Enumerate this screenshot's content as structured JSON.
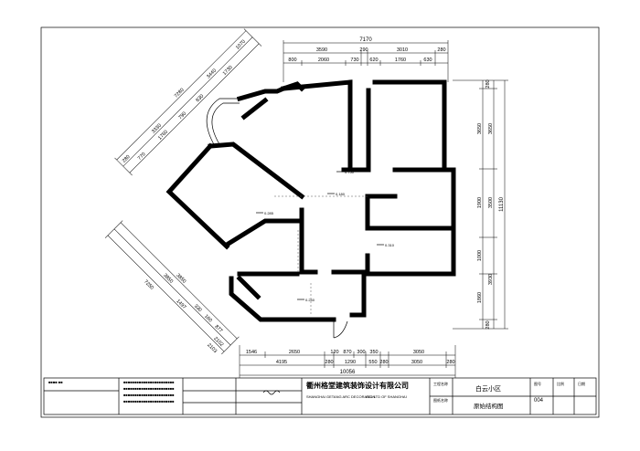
{
  "top_dims": {
    "overall": "7170",
    "row2": [
      "3590",
      "290",
      "3010",
      "280"
    ],
    "row1": [
      "800",
      "2060",
      "730",
      "620",
      "1760",
      "630"
    ]
  },
  "right_dims": {
    "overall": "11130",
    "row_inner": [
      "280",
      "3650",
      "1900",
      "1000",
      "1860",
      "280"
    ],
    "row_outer": [
      "3650",
      "3500",
      "3930"
    ]
  },
  "bottom_dims": {
    "row1": [
      "1546",
      "2650",
      "120",
      "870",
      "300",
      "350",
      "3050"
    ],
    "row2": [
      "4195",
      "280",
      "1290",
      "550",
      "280",
      "3050",
      "280"
    ],
    "overall": "10056"
  },
  "upper_left_dims": {
    "overall": "7280",
    "row2": [
      "280",
      "3330",
      "3440",
      "1070"
    ],
    "row1": [
      "770",
      "1760",
      "790",
      "830",
      "1730"
    ]
  },
  "lower_left_dims": {
    "overall": "7250",
    "row2": [
      "3850",
      "330",
      "1497"
    ],
    "row1": [
      "3850",
      "160",
      "877"
    ],
    "extra": [
      "2102",
      "2103"
    ]
  },
  "elevations": [
    "0.750",
    "0.180",
    "0.285",
    "0.310",
    "0.240"
  ],
  "title_block": {
    "company_cn": "衢州格堂建筑装饰设计有限公司",
    "company_en_1": "SHANGHAI GETANG ARC DECORATION",
    "company_en_2": "ACL LTD OF SHANGHAI",
    "project": "白云小区",
    "drawing_title": "原始结构图",
    "number": "004",
    "small_labels": [
      "工程名称",
      "图纸名称",
      "图号",
      "比例",
      "日期"
    ]
  }
}
